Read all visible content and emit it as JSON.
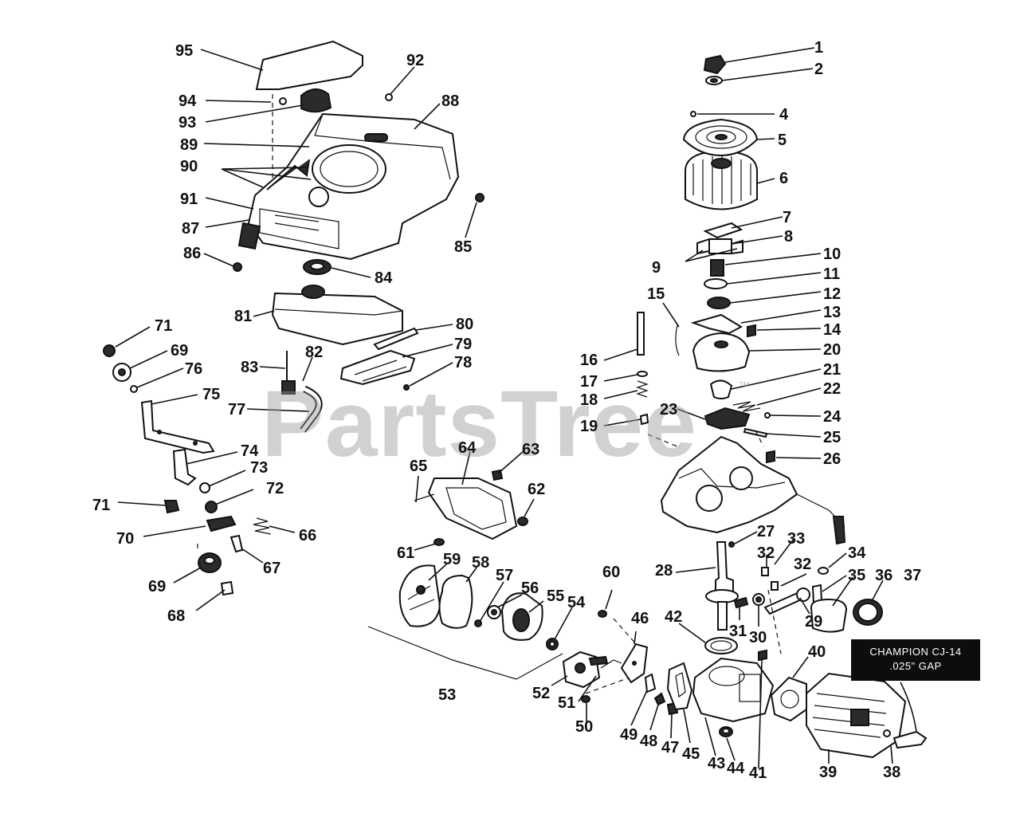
{
  "watermark": {
    "text": "PartsTree",
    "symbol": "™"
  },
  "spark_plug_label": {
    "line1": "CHAMPION CJ-14",
    "line2": ".025\" GAP"
  },
  "callouts": [
    "1",
    "2",
    "4",
    "5",
    "6",
    "7",
    "8",
    "9",
    "10",
    "11",
    "12",
    "13",
    "14",
    "15",
    "16",
    "17",
    "18",
    "19",
    "20",
    "21",
    "22",
    "23",
    "24",
    "25",
    "26",
    "27",
    "28",
    "29",
    "30",
    "31",
    "32",
    "32",
    "33",
    "34",
    "35",
    "36",
    "37",
    "38",
    "39",
    "40",
    "41",
    "42",
    "43",
    "44",
    "45",
    "46",
    "47",
    "48",
    "49",
    "50",
    "51",
    "52",
    "53",
    "54",
    "55",
    "56",
    "57",
    "58",
    "59",
    "60",
    "61",
    "62",
    "63",
    "64",
    "65",
    "66",
    "67",
    "68",
    "69",
    "69",
    "70",
    "71",
    "71",
    "72",
    "73",
    "74",
    "75",
    "76",
    "77",
    "78",
    "79",
    "80",
    "81",
    "82",
    "83",
    "84",
    "85",
    "86",
    "87",
    "88",
    "89",
    "90",
    "91",
    "92",
    "93",
    "94",
    "95"
  ]
}
